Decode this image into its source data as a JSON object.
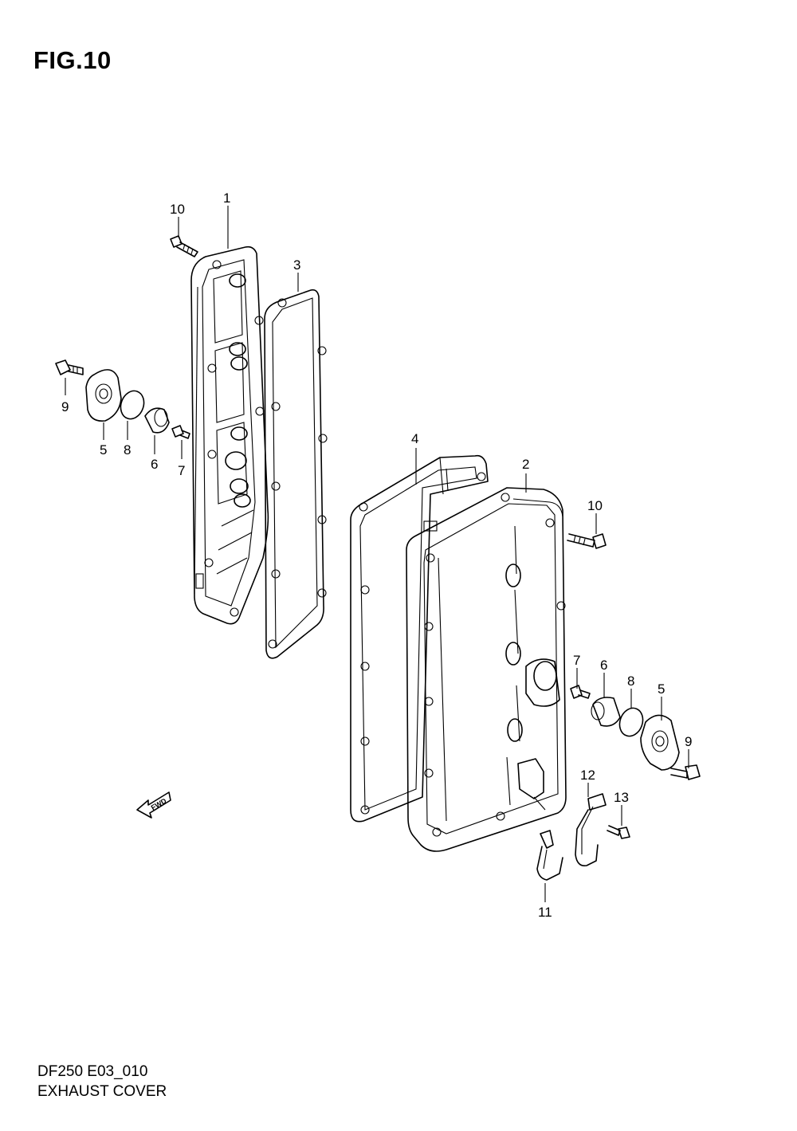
{
  "figure": {
    "title": "FIG.10",
    "model_code": "DF250 E03_010",
    "name": "EXHAUST COVER"
  },
  "callouts": [
    "10",
    "1",
    "3",
    "9",
    "5",
    "8",
    "6",
    "7",
    "4",
    "2",
    "10",
    "7",
    "6",
    "8",
    "5",
    "9",
    "12",
    "13",
    "11"
  ],
  "fwd_label": "FWD"
}
